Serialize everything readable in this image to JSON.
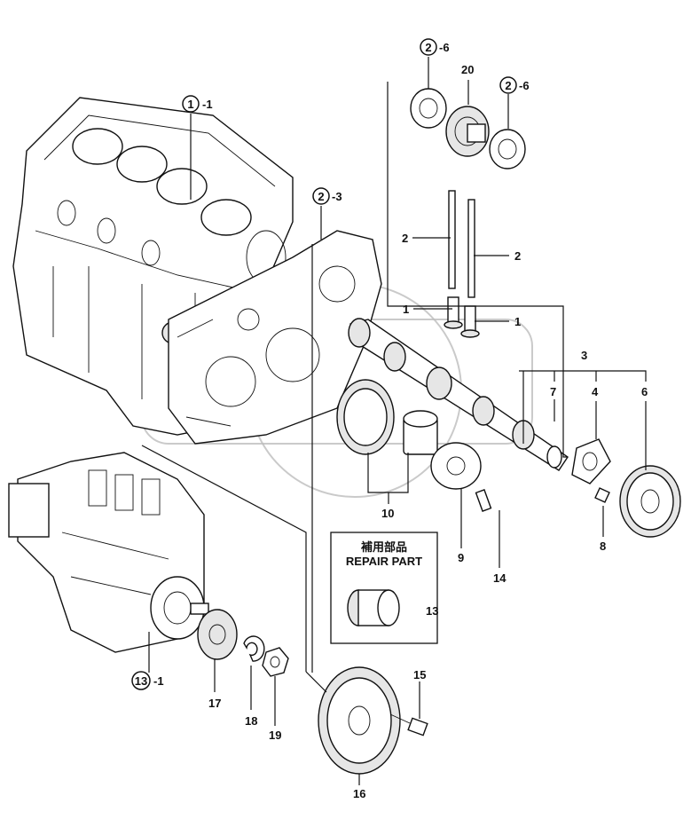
{
  "diagram": {
    "repair_box": {
      "title_jp": "補用部品",
      "title_en": "REPAIR PART",
      "part": "13"
    },
    "references": [
      {
        "num": "1",
        "suffix": "-1"
      },
      {
        "num": "2",
        "suffix": "-6"
      },
      {
        "num": "2",
        "suffix": "-6"
      },
      {
        "num": "2",
        "suffix": "-3"
      },
      {
        "num": "13",
        "suffix": "-1"
      }
    ],
    "callouts": [
      "20",
      "2",
      "2",
      "1",
      "1",
      "3",
      "7",
      "4",
      "6",
      "8",
      "9",
      "10",
      "14",
      "13",
      "15",
      "16",
      "17",
      "18",
      "19"
    ]
  }
}
